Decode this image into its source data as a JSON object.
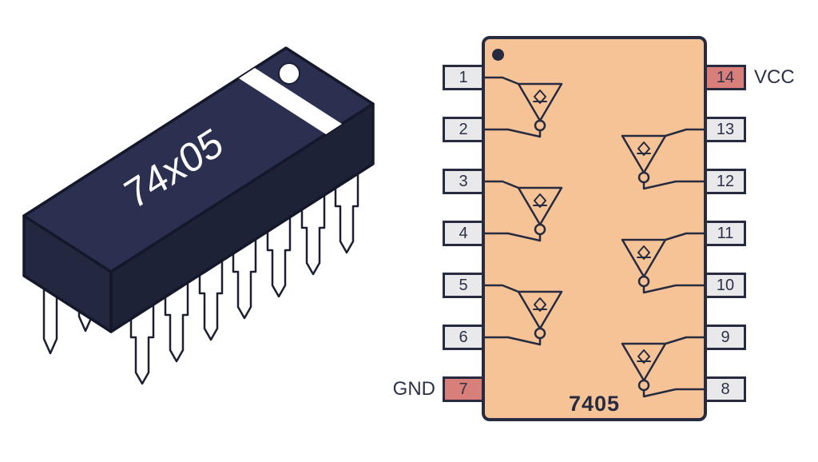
{
  "package_3d": {
    "label": "74x05",
    "body_color": "#2b3050",
    "pin_color": "#ffffff"
  },
  "pinout": {
    "chip_label": "7405",
    "left_pins": [
      "1",
      "2",
      "3",
      "4",
      "5",
      "6",
      "7"
    ],
    "right_pins": [
      "14",
      "13",
      "12",
      "11",
      "10",
      "9",
      "8"
    ],
    "labels": {
      "gnd": "GND",
      "vcc": "VCC"
    },
    "power_pins": {
      "gnd": "7",
      "vcc": "14"
    },
    "colors": {
      "body": "#f6c397",
      "outline": "#262b40",
      "pin_fill": "#e9e9ec",
      "power_pin_fill": "#d97f79"
    },
    "gates": [
      {
        "type": "inverter-open-collector",
        "input_pin": "1",
        "output_pin": "2"
      },
      {
        "type": "inverter-open-collector",
        "input_pin": "3",
        "output_pin": "4"
      },
      {
        "type": "inverter-open-collector",
        "input_pin": "5",
        "output_pin": "6"
      },
      {
        "type": "inverter-open-collector",
        "input_pin": "13",
        "output_pin": "12"
      },
      {
        "type": "inverter-open-collector",
        "input_pin": "11",
        "output_pin": "10"
      },
      {
        "type": "inverter-open-collector",
        "input_pin": "9",
        "output_pin": "8"
      }
    ]
  }
}
